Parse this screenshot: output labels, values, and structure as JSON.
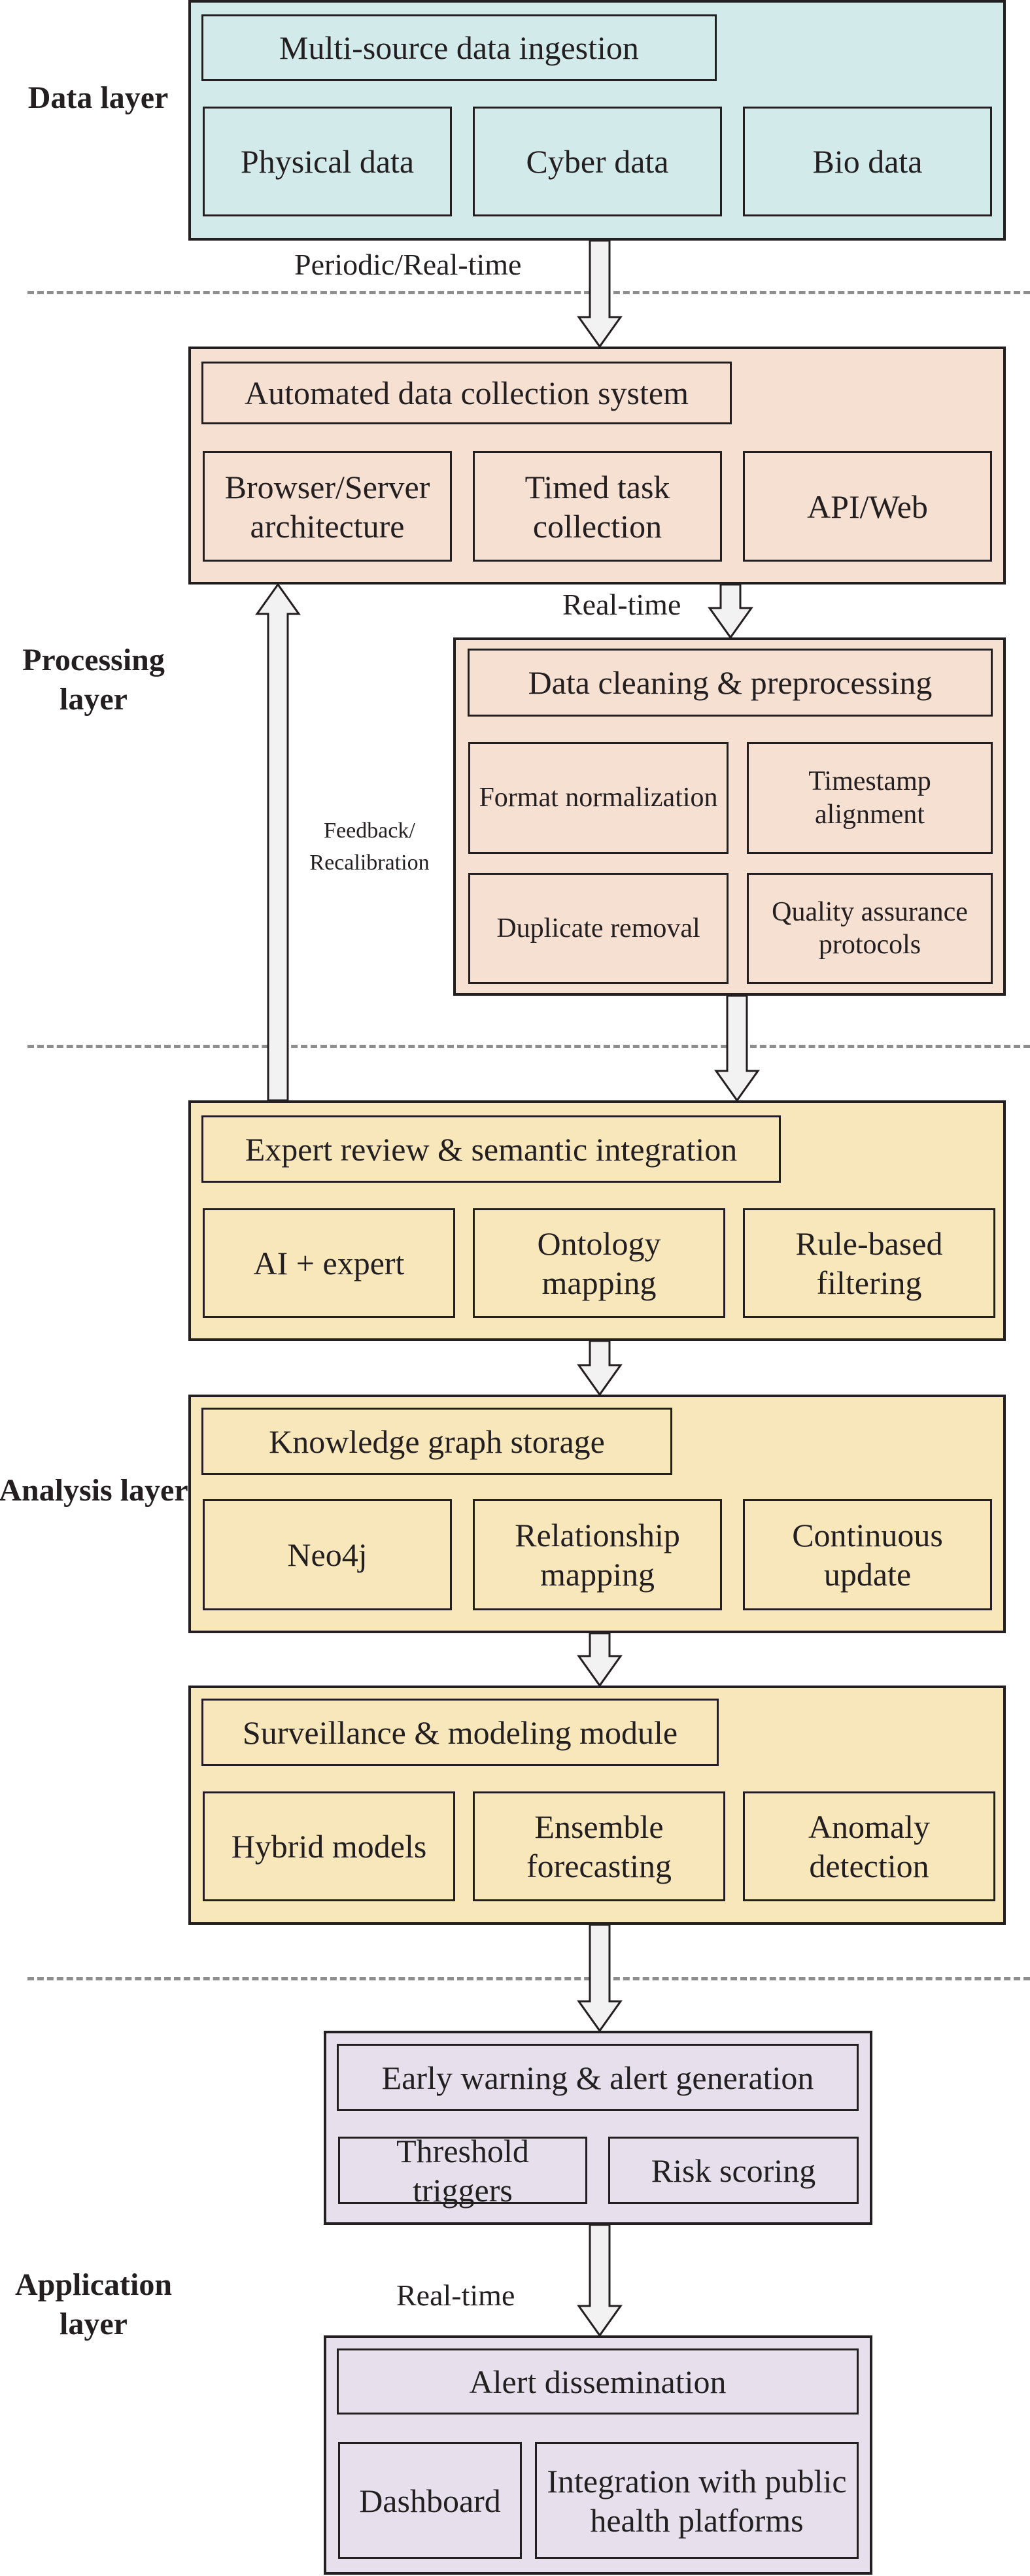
{
  "layers": {
    "data": "Data layer",
    "processing": "Processing layer",
    "analysis": "Analysis layer",
    "application": "Application layer"
  },
  "colors": {
    "data_layer": "#d3eaeb",
    "processing_layer": "#f6e0d2",
    "analysis_layer": "#f7e7bb",
    "application_layer": "#e7e0ec",
    "arrow_fill": "#f2f2f2",
    "divider": "#8e8e8e"
  },
  "blocks": {
    "ingestion": {
      "title": "Multi-source data ingestion",
      "items": [
        "Physical data",
        "Cyber data",
        "Bio data"
      ]
    },
    "collection": {
      "title": "Automated data collection system",
      "items": [
        "Browser/Server architecture",
        "Timed task collection",
        "API/Web"
      ]
    },
    "cleaning": {
      "title": "Data cleaning & preprocessing",
      "items": [
        "Format normalization",
        "Timestamp alignment",
        "Duplicate removal",
        "Quality assurance protocols"
      ]
    },
    "expert": {
      "title": "Expert review & semantic integration",
      "items": [
        "AI + expert",
        "Ontology mapping",
        "Rule-based filtering"
      ]
    },
    "knowledge": {
      "title": "Knowledge graph storage",
      "items": [
        "Neo4j",
        "Relationship mapping",
        "Continuous update"
      ]
    },
    "surveillance": {
      "title": "Surveillance & modeling module",
      "items": [
        "Hybrid models",
        "Ensemble forecasting",
        "Anomaly detection"
      ]
    },
    "warning": {
      "title": "Early warning & alert generation",
      "items": [
        "Threshold triggers",
        "Risk scoring"
      ]
    },
    "dissemination": {
      "title": "Alert dissemination",
      "items": [
        "Dashboard",
        "Integration with public health platforms"
      ]
    }
  },
  "flows": {
    "ingestion_to_collection": "Periodic/Real-time",
    "collection_to_cleaning": "Real-time",
    "feedback": "Feedback/ Recalibration",
    "warning_to_dissemination": "Real-time"
  }
}
